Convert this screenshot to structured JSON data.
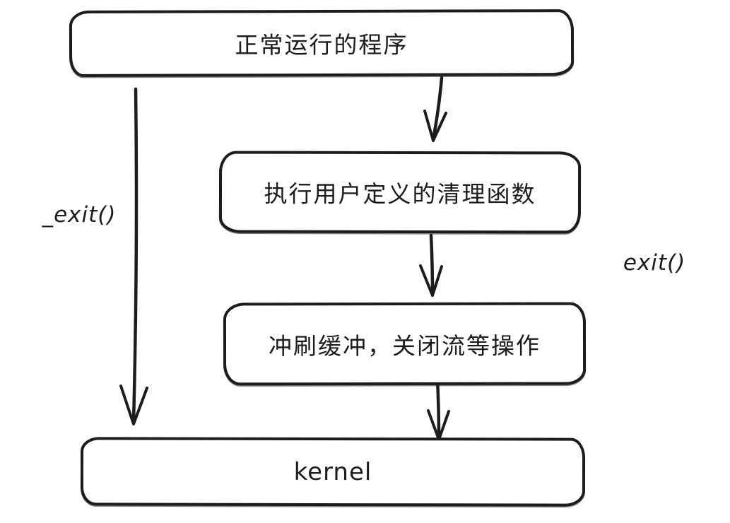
{
  "canvas": {
    "background": "#ffffff",
    "stroke_color": "#1c1c1c"
  },
  "diagram": {
    "title": "program-exit-flowchart",
    "nodes": [
      {
        "id": "program",
        "label": "正常运行的程序"
      },
      {
        "id": "cleanup",
        "label": "执行用户定义的清理函数"
      },
      {
        "id": "flush",
        "label": "冲刷缓冲，关闭流等操作"
      },
      {
        "id": "kernel",
        "label": "kernel"
      }
    ],
    "edge_labels": [
      {
        "id": "underscore-exit",
        "text": "_exit()"
      },
      {
        "id": "exit",
        "text": "exit()"
      }
    ],
    "edges": [
      {
        "from": "program",
        "to": "kernel",
        "label": "_exit()"
      },
      {
        "from": "program",
        "to": "cleanup",
        "label": "exit()"
      },
      {
        "from": "cleanup",
        "to": "flush",
        "label": "exit()"
      },
      {
        "from": "flush",
        "to": "kernel",
        "label": "exit()"
      }
    ]
  }
}
